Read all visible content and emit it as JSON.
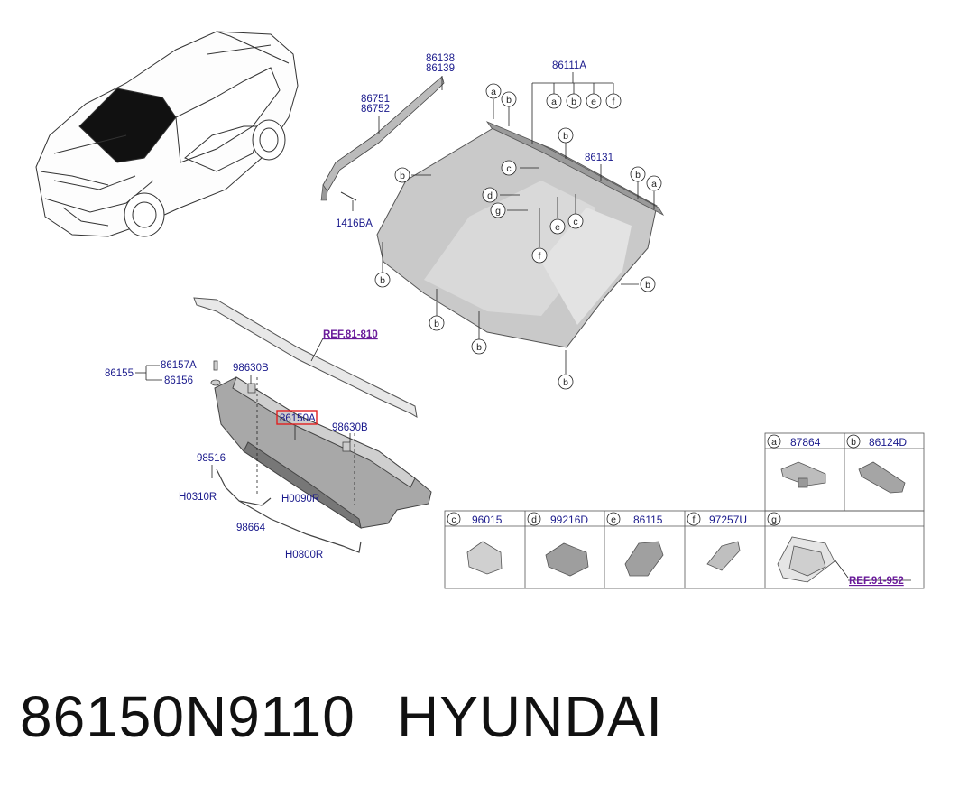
{
  "labels": {
    "car": "",
    "p86138": "86138",
    "p86139": "86139",
    "p86751": "86751",
    "p86752": "86752",
    "p1416BA": "1416BA",
    "p86111A": "86111A",
    "p86131": "86131",
    "ref81810": "REF.81-810",
    "p86155": "86155",
    "p86157A": "86157A",
    "p86156": "86156",
    "p98630B_1": "98630B",
    "p98630B_2": "98630B",
    "p86150A": "86150A",
    "p98516": "98516",
    "pH0310R": "H0310R",
    "pH0090R": "H0090R",
    "p98664": "98664",
    "pH0800R": "H0800R",
    "ref91952": "REF.91-952"
  },
  "callouts": {
    "a": "a",
    "b": "b",
    "c": "c",
    "d": "d",
    "e": "e",
    "f": "f",
    "g": "g"
  },
  "table": {
    "row1": [
      {
        "key": "a",
        "part": "87864"
      },
      {
        "key": "b",
        "part": "86124D"
      }
    ],
    "row2": [
      {
        "key": "c",
        "part": "96015"
      },
      {
        "key": "d",
        "part": "99216D"
      },
      {
        "key": "e",
        "part": "86115"
      },
      {
        "key": "f",
        "part": "97257U"
      },
      {
        "key": "g",
        "part": ""
      }
    ]
  },
  "footer": {
    "part_number": "86150N9110",
    "brand": "HYUNDAI"
  },
  "colors": {
    "label": "#1a1a8c",
    "ref": "#6a1b9a",
    "highlight": "#e02020",
    "glass": "#c9c9c9"
  }
}
